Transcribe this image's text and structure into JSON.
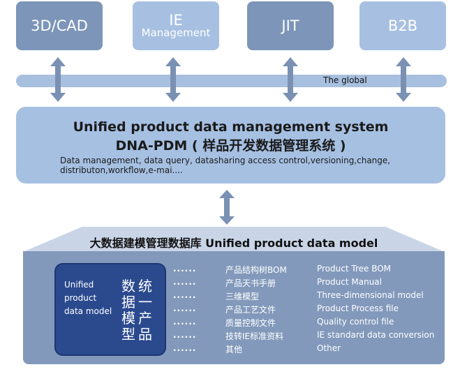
{
  "top_boxes": [
    {
      "label": "3D/CAD"
    },
    {
      "label": "IE",
      "sub": "Management"
    },
    {
      "label": "JIT"
    },
    {
      "label": "B2B"
    }
  ],
  "global_bar": "The global",
  "system": {
    "title": "Unified product data management system",
    "subtitle": "DNA-PDM ( 样品开发数据管理系统 )",
    "description": "Data management, data query, datasharing access control,versioning,change, distributon,workflow,e-mai...."
  },
  "database": {
    "title": "大数据建模管理数据库 Unified product data model",
    "model_en": [
      "Unified",
      "product",
      "data model"
    ],
    "model_cn_col1": [
      "数",
      "据",
      "模",
      "型"
    ],
    "model_cn_col2": [
      "统",
      "一",
      "产",
      "品"
    ],
    "dots": "......",
    "items": [
      {
        "zh": "产品结构树BOM",
        "en": "Product Tree BOM"
      },
      {
        "zh": "产品天书手册",
        "en": "Product Manual"
      },
      {
        "zh": "三维模型",
        "en": "Three-dimensional model"
      },
      {
        "zh": "产品工艺文件",
        "en": "Product Process file"
      },
      {
        "zh": "质量控制文件",
        "en": "Quality control file"
      },
      {
        "zh": "技转IE标准资料",
        "en": "IE standard data conversion"
      },
      {
        "zh": "其他",
        "en": "Other"
      }
    ]
  }
}
